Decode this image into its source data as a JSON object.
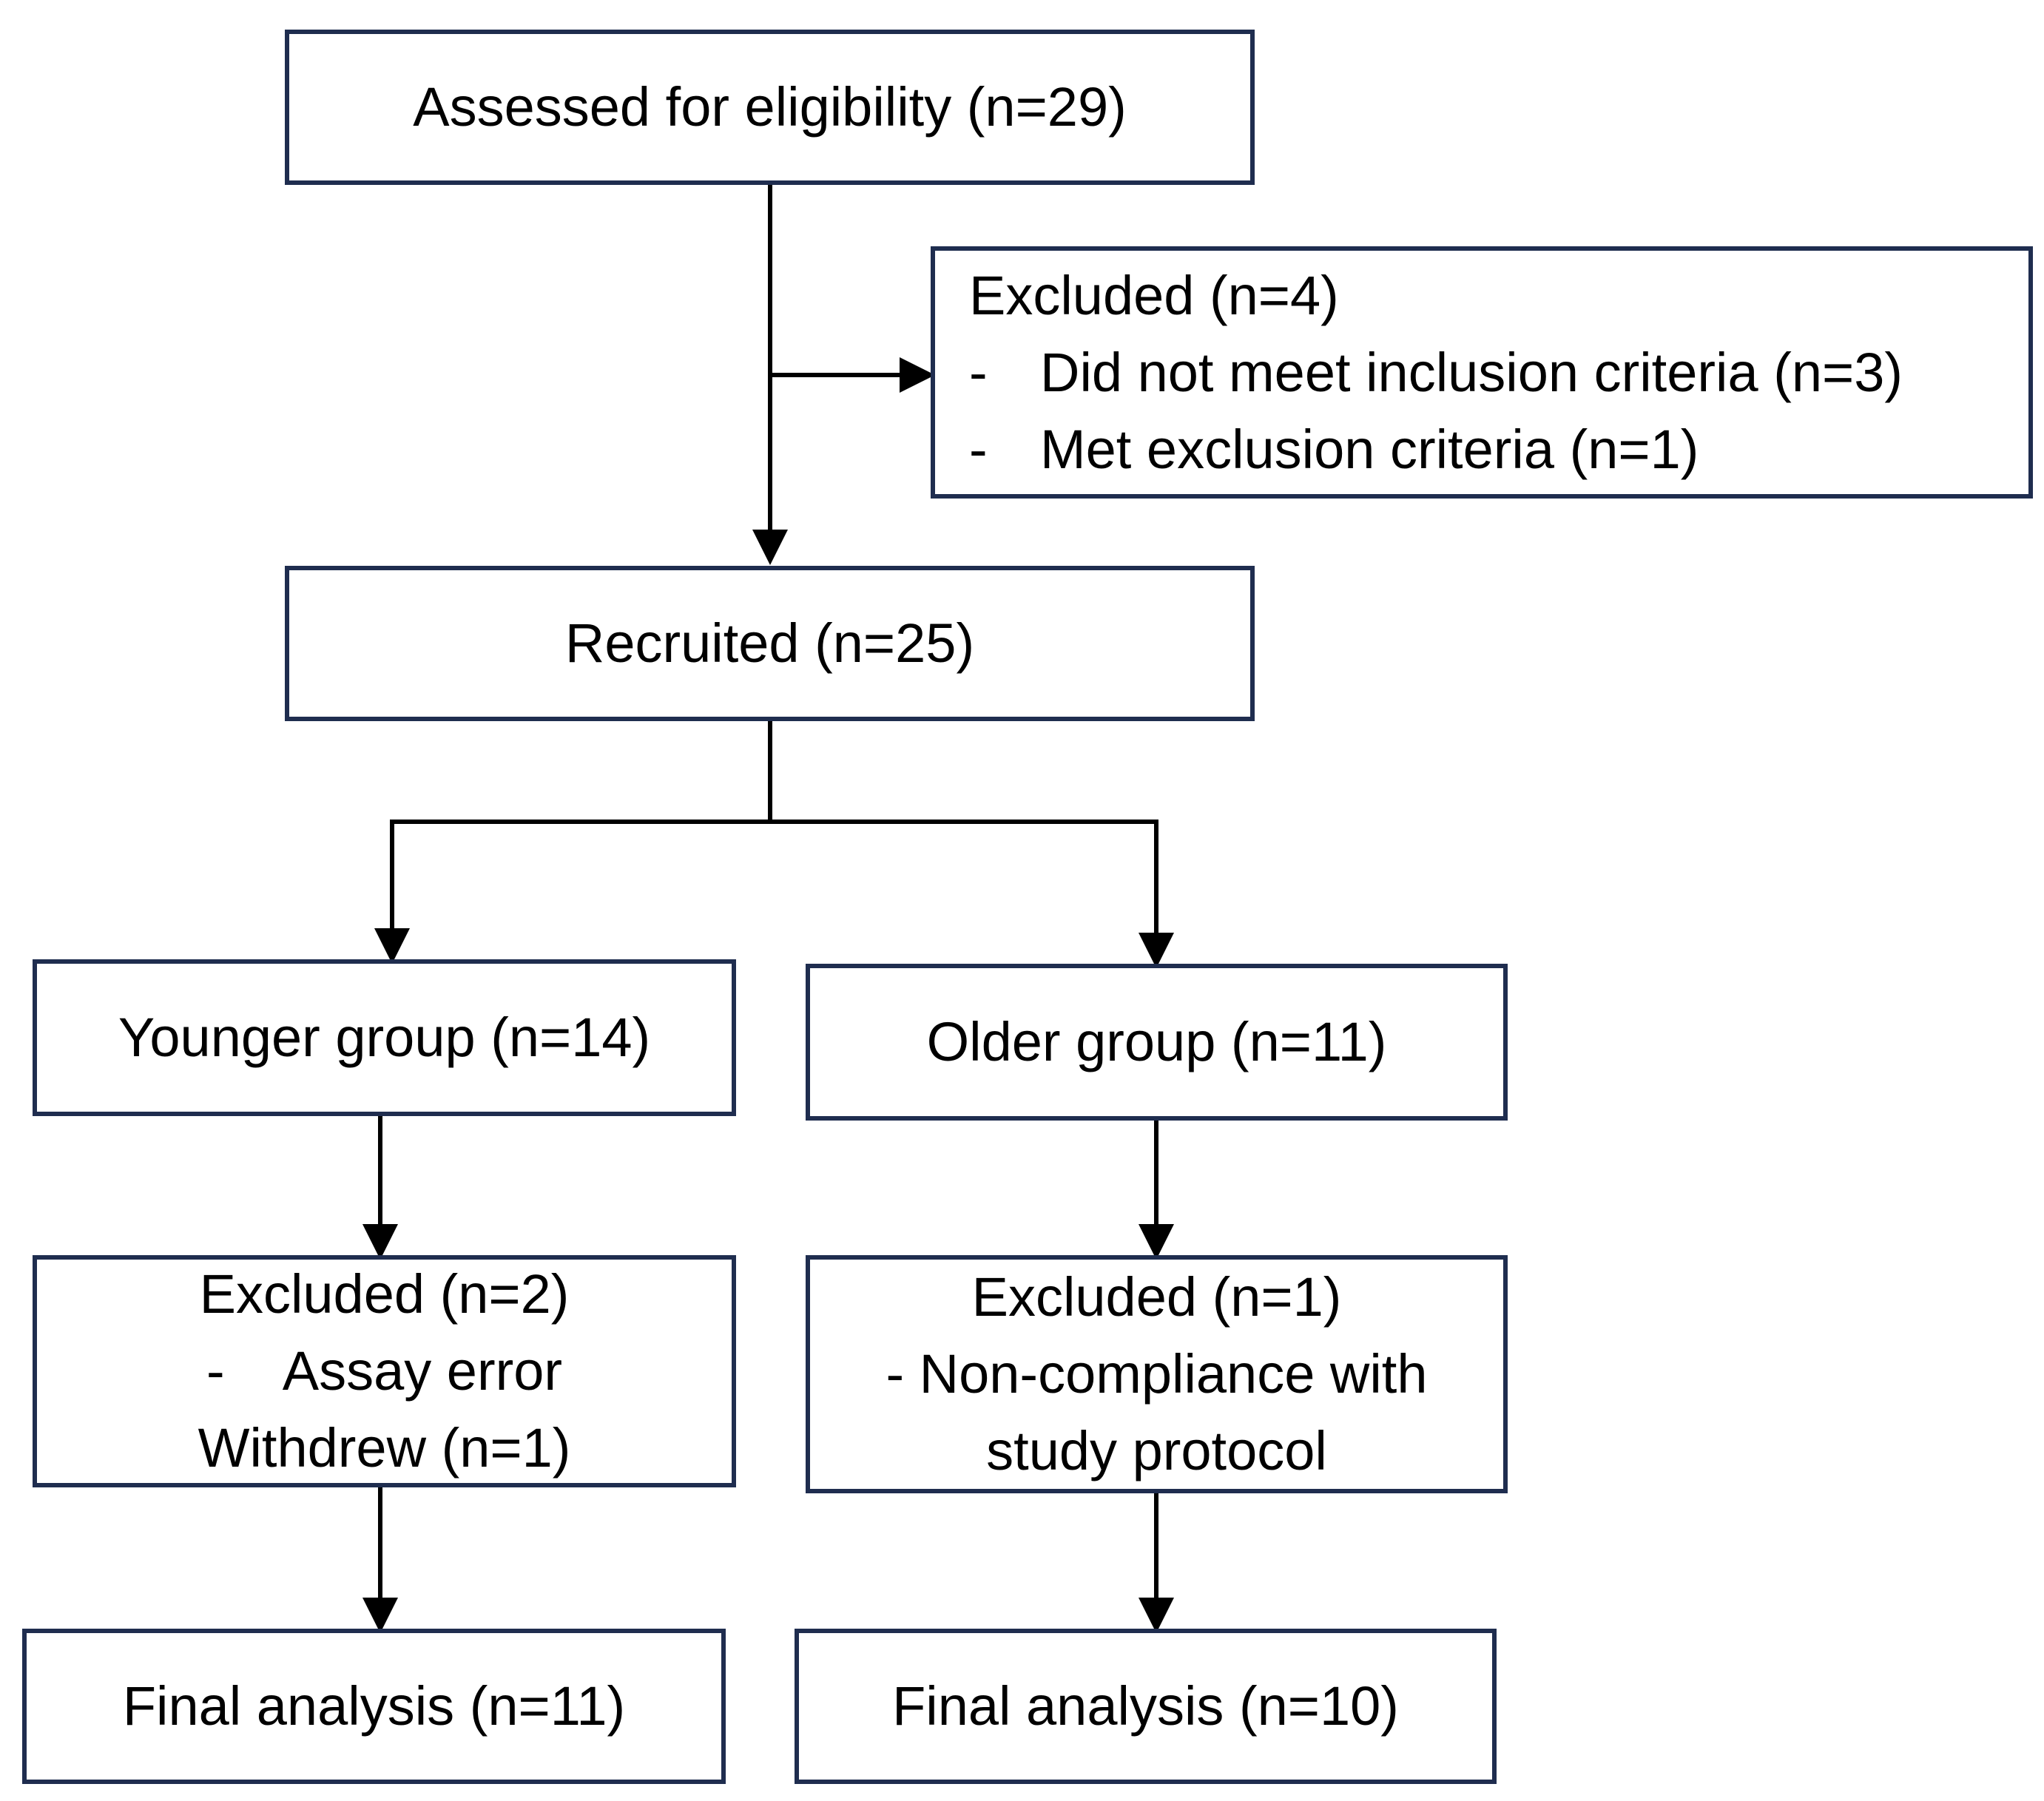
{
  "assessed": {
    "label": "Assessed for eligibility (n=29)"
  },
  "excluded_top": {
    "title": "Excluded (n=4)",
    "items": [
      {
        "dash": "-",
        "text": "Did not meet inclusion criteria (n=3)"
      },
      {
        "dash": "-",
        "text": "Met exclusion criteria (n=1)"
      }
    ]
  },
  "recruited": {
    "label": "Recruited (n=25)"
  },
  "younger": {
    "group_label": "Younger group (n=14)",
    "excluded_title": "Excluded (n=2)",
    "excluded_line1": "-    Assay error",
    "excluded_line2": "Withdrew (n=1)",
    "final_label": "Final analysis (n=11)"
  },
  "older": {
    "group_label": "Older group (n=11)",
    "excluded_title": "Excluded (n=1)",
    "excluded_line1": "- Non-compliance with",
    "excluded_line2": "study protocol",
    "final_label": "Final analysis (n=10)"
  }
}
